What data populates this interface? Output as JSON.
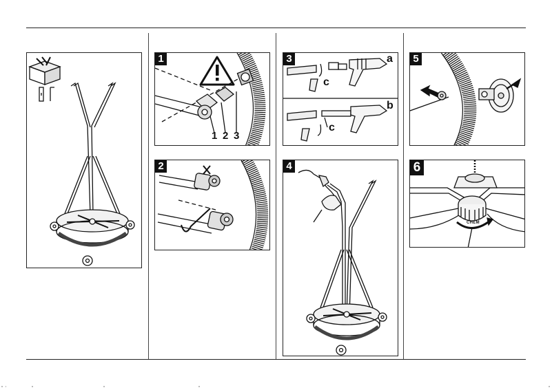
{
  "steps": {
    "one": "1",
    "two": "2",
    "three": "3",
    "four": "4",
    "five": "5",
    "six": "6"
  },
  "callouts": {
    "part_1": "1",
    "part_2": "2",
    "part_3": "3",
    "label_a": "a",
    "label_b": "b",
    "label_c_top": "c",
    "label_c_bottom": "c",
    "chem_label": "CHEM"
  },
  "icons": {
    "warning": "warning-triangle-icon",
    "box": "package-box-icon",
    "tool": "hex-key-icon"
  },
  "colors": {
    "ink": "#111111",
    "badge_bg": "#111111",
    "badge_text": "#ffffff",
    "panel_bg": "#ffffff"
  }
}
